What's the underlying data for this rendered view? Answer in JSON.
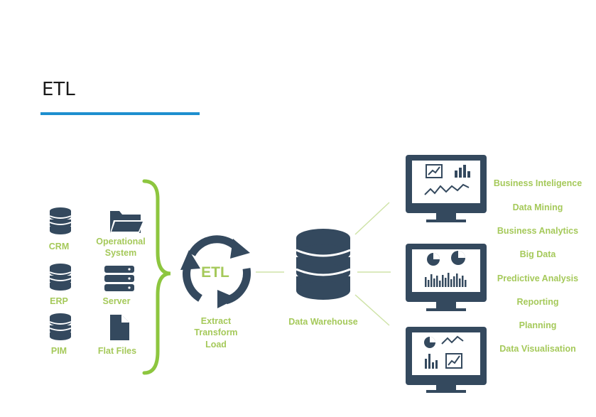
{
  "slide_title": "ETL",
  "colors": {
    "accent_line": "#1e8fcf",
    "icon": "#34495e",
    "label": "#a5c95a",
    "brace": "#8dc63f"
  },
  "sources": {
    "crm": "CRM",
    "erp": "ERP",
    "pim": "PIM",
    "operational_line1": "Operational",
    "operational_line2": "System",
    "server": "Server",
    "flat_files": "Flat Files"
  },
  "etl": {
    "badge": "ETL",
    "line1": "Extract",
    "line2": "Transform",
    "line3": "Load"
  },
  "warehouse": {
    "label": "Data Warehouse"
  },
  "outputs": [
    "Business Inteligence",
    "Data Mining",
    "Business Analytics",
    "Big Data",
    "Predictive Analysis",
    "Reporting",
    "Planning",
    "Data Visualisation"
  ],
  "icons": [
    "database-icon",
    "folder-icon",
    "server-icon",
    "file-icon",
    "cycle-arrows-icon",
    "monitor-icon"
  ]
}
